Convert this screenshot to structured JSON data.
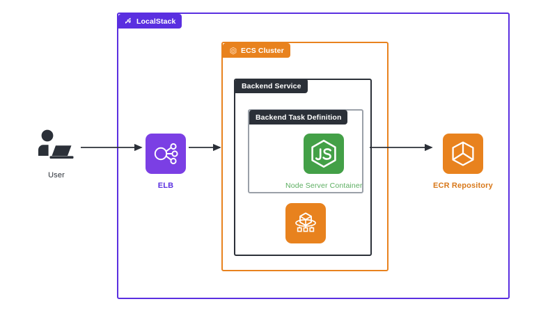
{
  "diagram": {
    "title": "LocalStack ECS architecture diagram",
    "boundaries": [
      {
        "id": "localstack",
        "label": "LocalStack",
        "icon": "localstack-logo-icon",
        "color": "#5a2fe0"
      },
      {
        "id": "ecs_cluster",
        "label": "ECS Cluster",
        "icon": "ecs-cluster-icon",
        "color": "#e8821e"
      },
      {
        "id": "backend_service",
        "label": "Backend Service",
        "icon": "",
        "color": "#2b3038"
      },
      {
        "id": "backend_task_definition",
        "label": "Backend Task Definition",
        "icon": "",
        "color": "#2b3038"
      }
    ],
    "nodes": [
      {
        "id": "user",
        "label": "User",
        "icon": "user-at-laptop-icon",
        "color": "#2b3038"
      },
      {
        "id": "elb",
        "label": "ELB",
        "icon": "elastic-load-balancer-icon",
        "color": "#7b3fe4"
      },
      {
        "id": "node_server_container",
        "label": "Node Server Container",
        "icon": "nodejs-logo-icon",
        "color": "#43a047"
      },
      {
        "id": "ecs_task_icon",
        "label": "",
        "icon": "ecs-container-service-icon",
        "color": "#e8821e"
      },
      {
        "id": "ecr_repository",
        "label": "ECR Repository",
        "icon": "ecr-repository-icon",
        "color": "#e8821e"
      }
    ],
    "connectors": [
      {
        "id": "user-to-elb",
        "from": "user",
        "to": "elb",
        "style": "arrow"
      },
      {
        "id": "elb-to-ecs-cluster",
        "from": "elb",
        "to": "ecs_cluster",
        "style": "arrow"
      },
      {
        "id": "backend-service-to-ecr",
        "from": "backend_service",
        "to": "ecr_repository",
        "style": "arrow"
      }
    ]
  }
}
